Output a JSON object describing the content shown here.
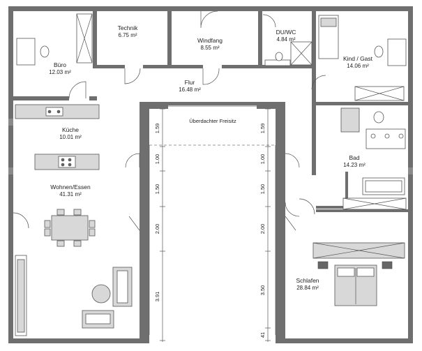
{
  "rooms": {
    "buero": {
      "name": "Büro",
      "area": "12.03 m²"
    },
    "technik": {
      "name": "Technik",
      "area": "6.75 m²"
    },
    "windfang": {
      "name": "Windfang",
      "area": "8.55 m²"
    },
    "duwc": {
      "name": "DU/WC",
      "area": "4.84 m²"
    },
    "kind": {
      "name": "Kind / Gast",
      "area": "14.06 m²"
    },
    "flur": {
      "name": "Flur",
      "area": "16.48 m²"
    },
    "kueche": {
      "name": "Küche",
      "area": "10.01 m²"
    },
    "wohnen": {
      "name": "Wohnen/Essen",
      "area": "41.31 m²"
    },
    "bad": {
      "name": "Bad",
      "area": "14.23 m²"
    },
    "schlafen": {
      "name": "Schlafen",
      "area": "28.84 m²"
    }
  },
  "courtyard_label": "Überdachter Freisitz",
  "dimensions": {
    "left": [
      "1.59",
      "1.00",
      "1.50",
      "2.00",
      "3.91"
    ],
    "right": [
      "1.59",
      "1.00",
      "1.50",
      "2.00",
      "3.50",
      "41"
    ]
  }
}
